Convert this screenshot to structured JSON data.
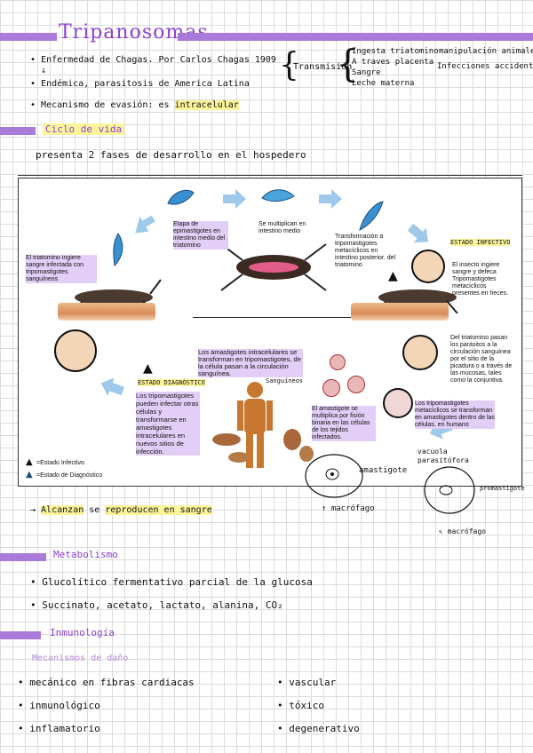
{
  "title": "Tripanosomas",
  "intro": {
    "item1": "Enfermedad de Chagas. Por Carlos Chagas 1909",
    "item2": "Endémica, parasitosis de America Latina",
    "item3_prefix": "Mecanismo de evasión: es",
    "item3_highlight": "intracelular"
  },
  "transmision": {
    "label": "Transmisión",
    "routes": [
      "Ingesta triatomino",
      "A traves placenta",
      "Sangre",
      "Leche materna"
    ],
    "right1": "manipulación animales",
    "right2": "Infecciones accidentales"
  },
  "ciclo": {
    "heading": "Ciclo de vida",
    "text": "presenta 2 fases de desarrollo en el hospedero"
  },
  "diagram": {
    "t_etapa": "Etapa de epimastigotes en intestino medio del triatomino",
    "t_multiplican": "Se multiplican en intestino medio",
    "t_transformacion": "Transformación a tripomastigotes metacíclicos en intestino posterior. del triatomino",
    "t_estado_infectivo": "ESTADO INFECTIVO",
    "t_insecto": "El insecto ingiere sangre y defeca Tripomastigotes metacíclicos presentes en heces.",
    "t_triatomino_ingiere": "El triatomino ingiere sangre infectada con tripomastigotes sanguíneos",
    "t_del_triatomino": "Del triatomino pasan los parásitos a la circulación sanguínea por el sitio de la picadura o a través de las mucosas, tales como la conjuntiva.",
    "t_amastigotes": "Los amastigotes intracelulares se transforman en tripomastigotes, de la célula pasan a la circulación sanguínea.",
    "t_sanguineos": "Sanguíneos",
    "t_estado_diag": "ESTADO DIAGNÓSTICO",
    "t_tripo_infectar": "Los tripomastigotes pueden infectar otras células y transformarse en amastigotes intracelulares en nuevos sitios de infección.",
    "t_amastigote_mult": "El amastigote se multiplica por fisión binaria en las células de los tejidos infectados.",
    "t_metaciclicos": "Los tripomastigotes metacíclicos se transforman en amastigotes dentro de las células. en humano",
    "legend1": "=Estado Infectivo",
    "legend2": "=Estado de Diagnóstico"
  },
  "annotations": {
    "amastigote": "amastigote",
    "macrofago1": "macrófago",
    "vacuola": "vacuola parasitófora",
    "promastigote": "promastigote",
    "macrofago2": "macrófago"
  },
  "alcanzan": {
    "prefix": "Alcanzan",
    "mid": "se",
    "highlight": "reproducen en sangre"
  },
  "metabolismo": {
    "heading": "Metabolismo",
    "item1": "Glucolítico fermentativo parcial de la glucosa",
    "item2": "Succinato, acetato, lactato, alanina, CO₂"
  },
  "inmunologia": {
    "heading": "Inmunología",
    "subheading": "Mecanismos de daño",
    "left": [
      "mecánico en fibras cardiacas",
      "inmunológico",
      "inflamatorio"
    ],
    "right": [
      "vascular",
      "tóxico",
      "degenerativo"
    ]
  }
}
